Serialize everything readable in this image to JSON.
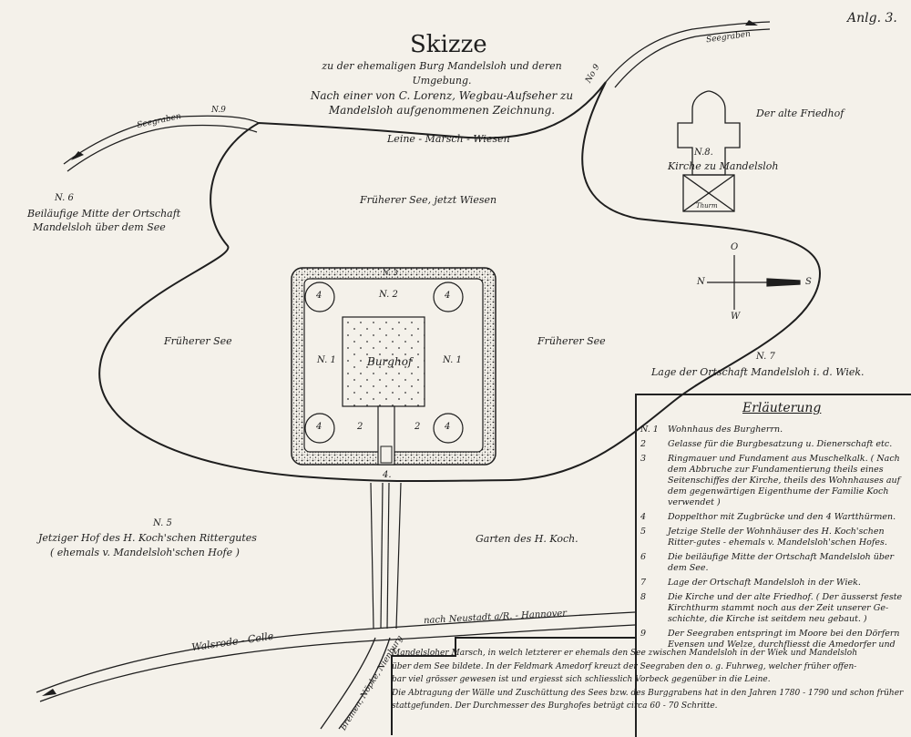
{
  "title": "Skizze",
  "subtitle_lines": [
    "zu der ehemaligen Burg Mandelsloh und deren",
    "Umgebung.",
    "Nach einer von C. Lorenz, Wegbau-Aufseher zu",
    "Mandelsloh aufgenommenen Zeichnung."
  ],
  "corner_label": "Anlg. 3.",
  "labels": {
    "seegraben_left": "Seegraben",
    "no9_left": "N.9",
    "seegraben_right": "Seegraben",
    "no9_right": "No 9",
    "leine_marsch": "Leine - Marsch - Wiesen",
    "friedhof": "Der alte Friedhof",
    "kirche_no": "N.8.",
    "kirche": "Kirche zu Mandelsloh",
    "thurm": "Thurm",
    "frueherer_see_top": "Früherer See, jetzt Wiesen",
    "no6": "N. 6",
    "no6_line1": "Beiläufige Mitte der Ortschaft",
    "no6_line2": "Mandelsloh über dem See",
    "frueherer_see_left": "Früherer See",
    "frueherer_see_right": "Früherer See",
    "no7": "N. 7",
    "no7_text": "Lage der Ortschaft Mandelsloh i. d. Wiek.",
    "burghof": "Burghof",
    "no5": "N. 5",
    "no5_line1": "Jetziger Hof des H. Koch'schen Rittergutes",
    "no5_line2": "( ehemals v. Mandelsloh'schen Hofe )",
    "garten": "Garten des H. Koch.",
    "walsrode_celle": "Walsrode - Celle",
    "road_neustadt": "nach Neustadt a/R. - Hannover",
    "road_bremen": "Bremen, Nöpke, Nienburg",
    "compass_o": "O",
    "compass_n": "N",
    "compass_s": "S",
    "compass_w": "W",
    "castle_n1_left": "N. 1",
    "castle_n1_right": "N. 1",
    "castle_n2": "N. 2",
    "castle_n3": "N. 3",
    "castle_4_tl": "4",
    "castle_4_tr": "4",
    "castle_4_bl": "4",
    "castle_4_br": "4",
    "castle_2_l": "2",
    "castle_2_r": "2",
    "castle_4_bottom": "4."
  },
  "legend": {
    "title": "Erläuterung",
    "items": [
      {
        "num": "N. 1",
        "text": "Wohnhaus des Burgherrn."
      },
      {
        "num": "2",
        "text": "Gelasse für die Burgbesatzung u. Dienerschaft etc."
      },
      {
        "num": "3",
        "text": "Ringmauer und Fundament aus Muschelkalk. ( Nach dem Abbruche zur Fundamentierung theils eines Seitenschiffes der Kirche, theils des Wohnhauses auf dem gegenwärtigen Eigenthume der Familie Koch verwendet )"
      },
      {
        "num": "4",
        "text": "Doppelthor mit Zugbrücke und den 4 Wartthürmen."
      },
      {
        "num": "5",
        "text": "Jetzige Stelle der Wohnhäuser des H. Koch'schen Ritter-gutes - ehemals v. Mandelsloh'schen Hofes."
      },
      {
        "num": "6",
        "text": "Die beiläufige Mitte der Ortschaft Mandelsloh über dem See."
      },
      {
        "num": "7",
        "text": "Lage der Ortschaft Mandelsloh in der Wiek."
      },
      {
        "num": "8",
        "text": "Die Kirche und der alte Friedhof. ( Der äusserst feste Kirchthurm stammt noch aus der Zeit unserer Ge-schichte, die Kirche ist seitdem neu gebaut. )"
      },
      {
        "num": "9",
        "text": "Der Seegraben entspringt im Moore bei den Dörfern Evensen und Welze, durchfliesst die Amedorfer und"
      }
    ]
  },
  "footnote_lines": [
    "Mandelsloher Marsch, in welch letzterer er ehemals den See zwischen Mandelsloh in der Wiek und Mandelsloh",
    "über dem See bildete. In der Feldmark Amedorf kreuzt der Seegraben den o. g. Fuhrweg, welcher früher offen-",
    "bar viel grösser gewesen ist und ergiesst sich schliesslich Vorbeck gegenüber in die Leine.",
    "Die Abtragung der Wälle und Zuschüttung des Sees bzw. des Burggrabens hat in den Jahren 1780 - 1790 und schon früher",
    "stattgefunden. Der Durchmesser des Burghofes beträgt circa 60 - 70 Schritte."
  ],
  "colors": {
    "ink": "#1e1e1e",
    "paper": "#f4f1ea"
  }
}
